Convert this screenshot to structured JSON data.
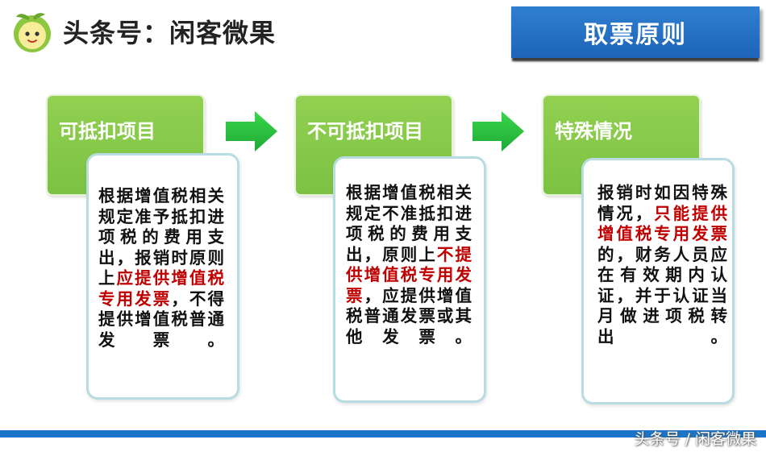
{
  "header": {
    "brand_text": "头条号：闲客微果",
    "title": "取票原则"
  },
  "cards": [
    {
      "heading": "可抵扣项目",
      "text_before": "根据增值税相关规定准予抵扣进项税的费用支出，报销时原则上",
      "text_red": "应提供增值税专用发票",
      "text_after": "，不得提供增值税普通发　　票　　。"
    },
    {
      "heading": "不可抵扣项目",
      "text_before": "根据增值税相关规定不准抵扣进项税的费用支出，原则上",
      "text_red": "不提供增值税专用发票",
      "text_after": "，应提供增值税普通发票或其他　发　票　。"
    },
    {
      "heading": "特殊情况",
      "text_before": "报销时如因特殊情况，",
      "text_red": "只能提供增值税专用发票",
      "text_after": "的，财务人员应在有效期内认证，并于认证当月做进项税转出。"
    }
  ],
  "footer": {
    "watermark": "头条号 / 闲客微果"
  },
  "colors": {
    "title_blue": "#1e64b8",
    "card_green": "#7cc242",
    "arrow_green": "#2ecc40",
    "highlight_red": "#c00000",
    "body_border": "#b7dde3",
    "bottom_bar": "#1b74c8"
  },
  "icons": {
    "logo": "fruit-mascot-icon",
    "arrow": "arrow-right-icon"
  }
}
